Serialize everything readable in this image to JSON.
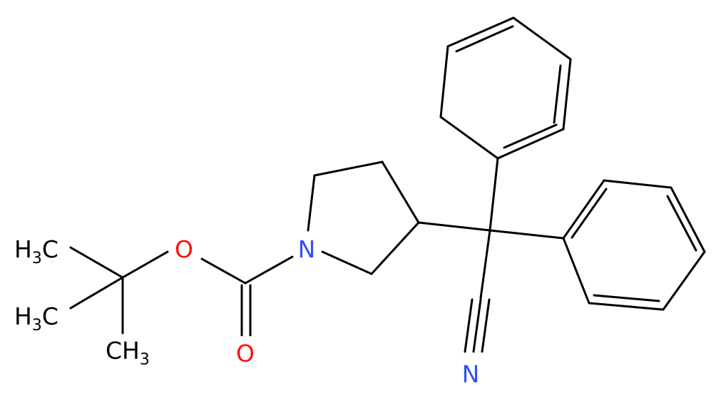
{
  "colors": {
    "bond": "#000000",
    "carbon": "#000000",
    "oxygen": "#ff0d0d",
    "nitrogen": "#3050f8"
  },
  "atoms": {
    "methyl_1": "H3C",
    "methyl_2": "H3C",
    "methyl_3": "CH3",
    "ester_oxygen": "O",
    "carbonyl_oxygen": "O",
    "ring_nitrogen": "N",
    "nitrile_nitrogen": "N"
  },
  "methyl": {
    "h": "H",
    "c": "C",
    "sub": "3"
  }
}
